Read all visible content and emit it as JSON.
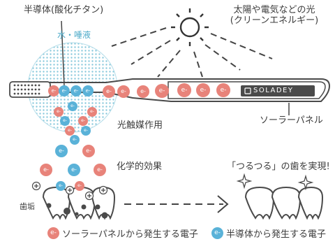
{
  "labels": {
    "semiconductor": "半導体(酸化チタン)",
    "light": "太陽や電気などの光",
    "light_sub": "(クリーンエネルギー)",
    "water": "水・唾液",
    "brand": "SOLADEY",
    "solar_panel": "ソーラーパネル",
    "photocatalysis": "光触媒作用",
    "chemical": "化学的効果",
    "plaque": "歯垢",
    "result": "「つるつる」の歯を実現!",
    "electron": "e-"
  },
  "legend": [
    {
      "text": "ソーラーパネルから発生する電子",
      "symbol": "e-",
      "color": "#e8837a"
    },
    {
      "text": "半導体から発生する電子",
      "symbol": "e-",
      "color": "#5ab2d8"
    }
  ],
  "colors": {
    "electron_red": "#e8837a",
    "electron_blue": "#5ab2d8",
    "dotted_circle": "#8ac9dc",
    "outline": "#4a4a4a"
  }
}
